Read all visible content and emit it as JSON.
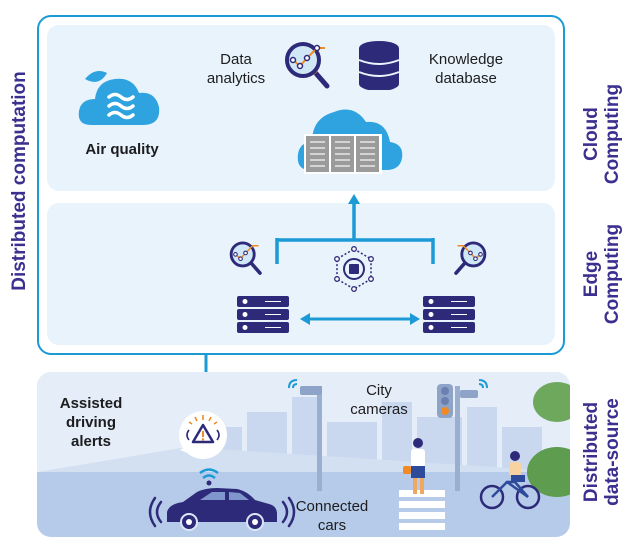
{
  "layers": {
    "cloud": {
      "title_line1": "Cloud",
      "title_line2": "Computing",
      "items": {
        "air_quality": "Air quality",
        "data_analytics_line1": "Data",
        "data_analytics_line2": "analytics",
        "knowledge_db_line1": "Knowledge",
        "knowledge_db_line2": "database"
      }
    },
    "edge": {
      "title_line1": "Edge",
      "title_line2": "Computing"
    },
    "data_source": {
      "title_line1": "Distributed",
      "title_line2": "data-source",
      "items": {
        "assisted_line1": "Assisted",
        "assisted_line2": "driving",
        "assisted_line3": "alerts",
        "city_cameras_line1": "City",
        "city_cameras_line2": "cameras",
        "connected_cars_line1": "Connected",
        "connected_cars_line2": "cars"
      }
    }
  },
  "side_label": "Distributed computation",
  "colors": {
    "frame_blue": "#1b9ad6",
    "panel_bg": "#e8f3fc",
    "navy": "#2e2a7a",
    "cloud_blue": "#2ea3e0",
    "label_purple": "#3b2f8f",
    "accent_orange": "#f08a24"
  }
}
